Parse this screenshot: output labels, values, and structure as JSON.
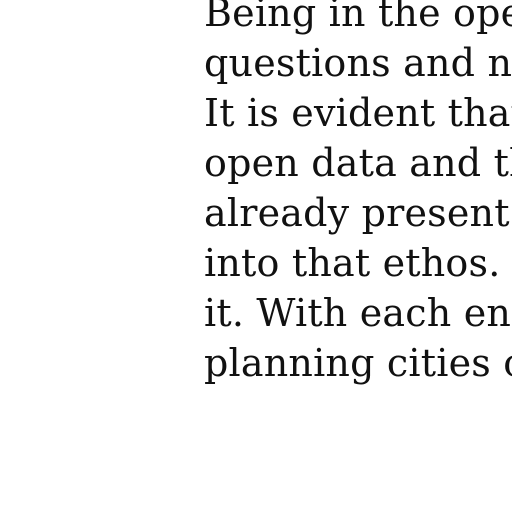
{
  "document": {
    "lines": [
      "Being in the open",
      "questions and nev",
      "It is evident that",
      "open data and the",
      "already present in",
      "into that ethos. W",
      "it. With each eng",
      "planning cities ca"
    ]
  }
}
